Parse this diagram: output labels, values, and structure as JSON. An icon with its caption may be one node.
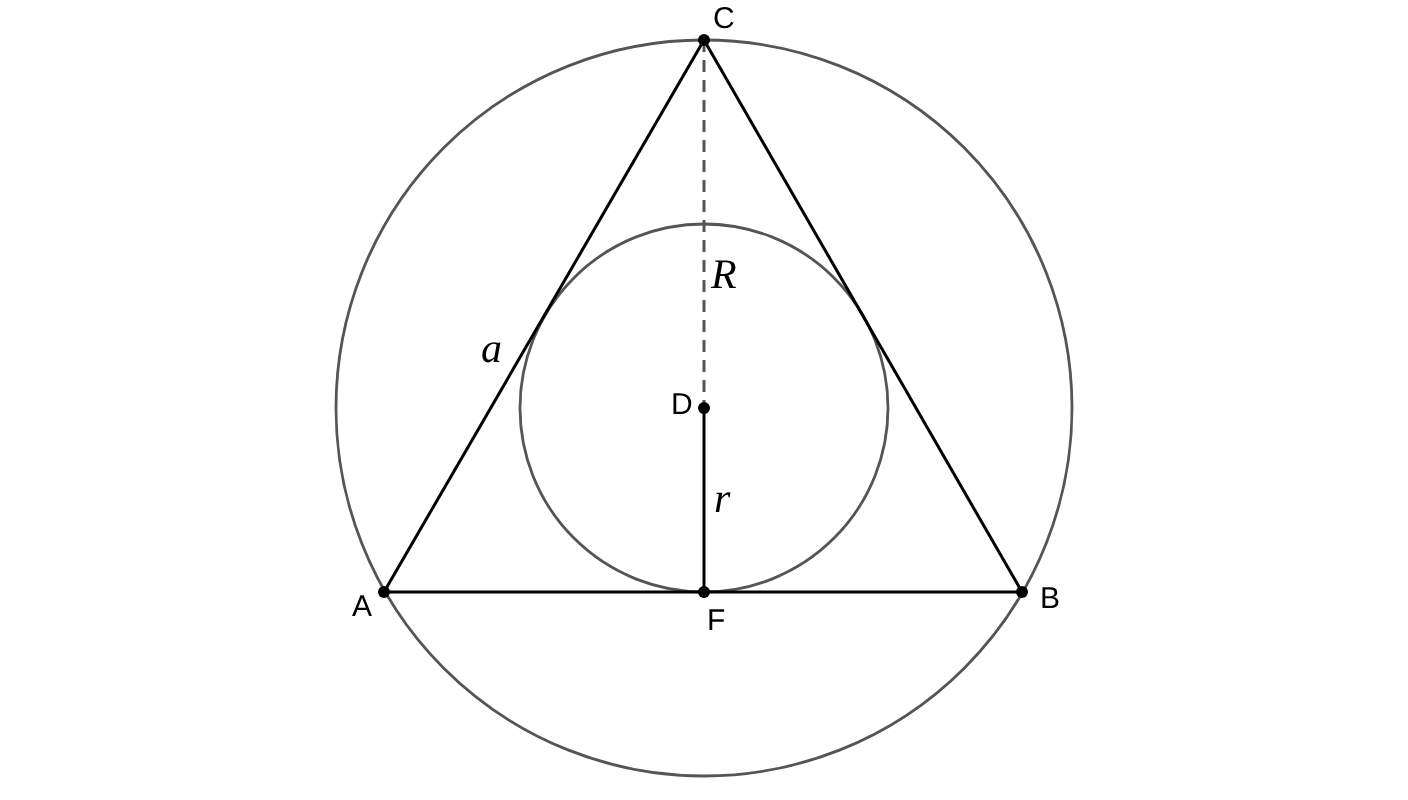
{
  "diagram": {
    "nodes": [
      {
        "text": [
          "C"
        ]
      },
      {
        "text": [
          "D"
        ]
      },
      {
        "text": [
          "A"
        ]
      },
      {
        "text": [
          "F"
        ]
      },
      {
        "text": [
          "B"
        ]
      }
    ],
    "edges": [
      {
        "from": 2,
        "to": 4,
        "arrow": "none"
      },
      {
        "from": 4,
        "to": 0,
        "arrow": "none"
      },
      {
        "from": 0,
        "to": 2,
        "arrow": "none",
        "label": "a"
      },
      {
        "from": 0,
        "to": 1,
        "arrow": "none",
        "style": "dashed",
        "color": "#555555",
        "label": "R"
      },
      {
        "from": 1,
        "to": 3,
        "arrow": "none",
        "label": "r"
      }
    ]
  }
}
